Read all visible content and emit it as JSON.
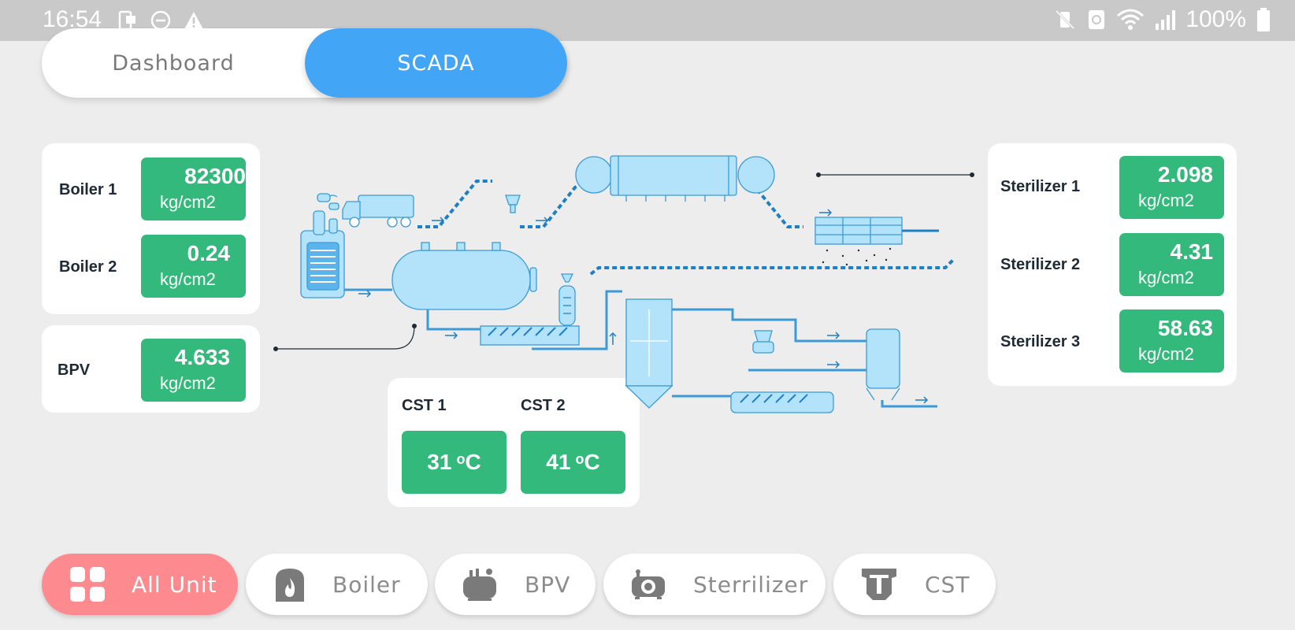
{
  "status_bar": {
    "time": "16:54",
    "battery": "100%"
  },
  "tabs": [
    {
      "label": "Dashboard",
      "active": false
    },
    {
      "label": "SCADA",
      "active": true
    }
  ],
  "boiler_panel": {
    "rows": [
      {
        "label": "Boiler 1",
        "value": "82300",
        "unit": "kg/cm2"
      },
      {
        "label": "Boiler 2",
        "value": "0.24",
        "unit": "kg/cm2"
      }
    ]
  },
  "bpv_panel": {
    "label": "BPV",
    "value": "4.633",
    "unit": "kg/cm2"
  },
  "cst_panel": {
    "items": [
      {
        "label": "CST 1",
        "value": "31",
        "unit": "o",
        "suffix": "C"
      },
      {
        "label": "CST 2",
        "value": "41",
        "unit": "o",
        "suffix": "C"
      }
    ]
  },
  "sterilizer_panel": {
    "rows": [
      {
        "label": "Sterilizer 1",
        "value": "2.098",
        "unit": "kg/cm2"
      },
      {
        "label": "Sterilizer 2",
        "value": "4.31",
        "unit": "kg/cm2"
      },
      {
        "label": "Sterilizer 3",
        "value": "58.63",
        "unit": "kg/cm2"
      }
    ]
  },
  "bottom_nav": [
    {
      "label": "All Unit",
      "icon": "grid-icon",
      "active": true
    },
    {
      "label": "Boiler",
      "icon": "flame-icon",
      "active": false
    },
    {
      "label": "BPV",
      "icon": "tank-icon",
      "active": false
    },
    {
      "label": "Sterrilizer",
      "icon": "sterilizer-icon",
      "active": false
    },
    {
      "label": "CST",
      "icon": "cst-icon",
      "active": false
    }
  ],
  "colors": {
    "accent_blue": "#42a5f5",
    "value_green": "#34b97c",
    "active_nav": "#fd8a8f",
    "diagram_light": "#b3e3fb",
    "diagram_line": "#3a9bd8"
  }
}
